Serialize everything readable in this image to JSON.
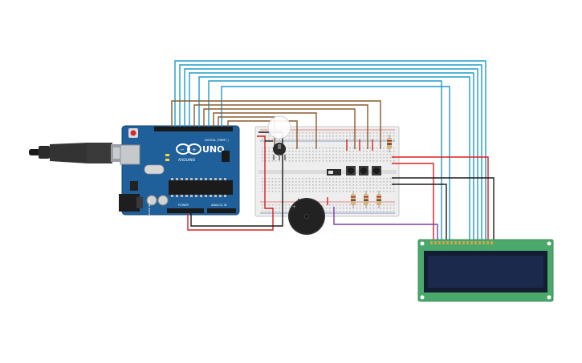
{
  "arduino": {
    "brand": "ARDUINO",
    "model": "UNO",
    "digital_label": "DIGITAL (PWM~)",
    "power_label": "POWER",
    "analog_label": "ANALOG IN",
    "made_in": "MADE IN ITALY"
  },
  "wire_colors": {
    "lcd_data": "#1e9bc8",
    "control": "#8a5a2b",
    "power": "#d62020",
    "ground": "#1a1a1a",
    "signal": "#7a3fa8"
  },
  "colors": {
    "board": "#1f5f9a",
    "breadboard": "#eeeeee",
    "lcd_pcb": "#4aa86a",
    "lcd_screen": "#1b2a4c",
    "buzzer": "#222222"
  },
  "components": {
    "usb_cable": "usb-cable-icon",
    "breadboard": "breadboard",
    "potentiometer": "potentiometer-icon",
    "buttons": 3,
    "resistors": 4,
    "switch": "slide-switch-icon",
    "buzzer": "piezo-buzzer-icon",
    "lcd": "lcd-16x2"
  }
}
